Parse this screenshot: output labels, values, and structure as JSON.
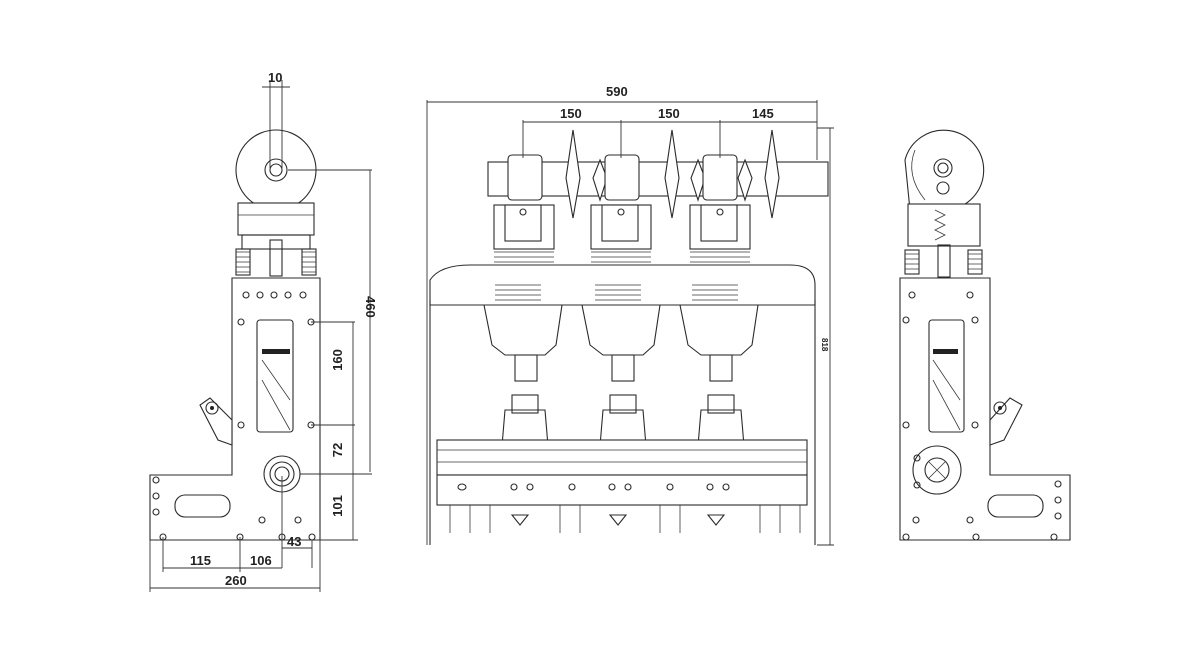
{
  "drawing": {
    "dimensions": {
      "top_10": "10",
      "height_460": "460",
      "spacing_160": "160",
      "spacing_72": "72",
      "spacing_101": "101",
      "offset_43": "43",
      "width_115": "115",
      "width_106": "106",
      "width_260": "260",
      "overall_590": "590",
      "pitch_1": "150",
      "pitch_2": "150",
      "pitch_3": "145",
      "height_right": "818"
    }
  }
}
